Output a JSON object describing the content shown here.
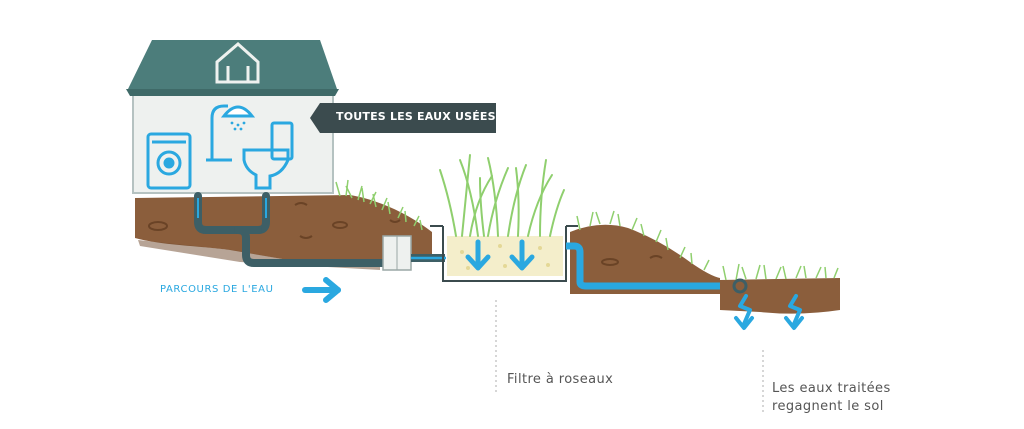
{
  "labels": {
    "wastewater_tag": "TOUTES LES EAUX USÉES",
    "water_path": "PARCOURS DE L'EAU",
    "reed_filter": "Filtre à roseaux",
    "treated_line1": "Les eaux traitées",
    "treated_line2": "regagnent le sol"
  },
  "colors": {
    "roof": "#4c7d7b",
    "house_wall": "#eef1ef",
    "house_outline": "#b5c2c1",
    "soil": "#8b5e3c",
    "pipe_dark": "#3d5f66",
    "water_blue": "#2aa8e0",
    "grass": "#8fcf6e",
    "sand": "#f4eecb",
    "tag_bg": "#3b4b4e"
  },
  "icons": [
    "washing-machine-icon",
    "shower-icon",
    "toilet-icon"
  ]
}
